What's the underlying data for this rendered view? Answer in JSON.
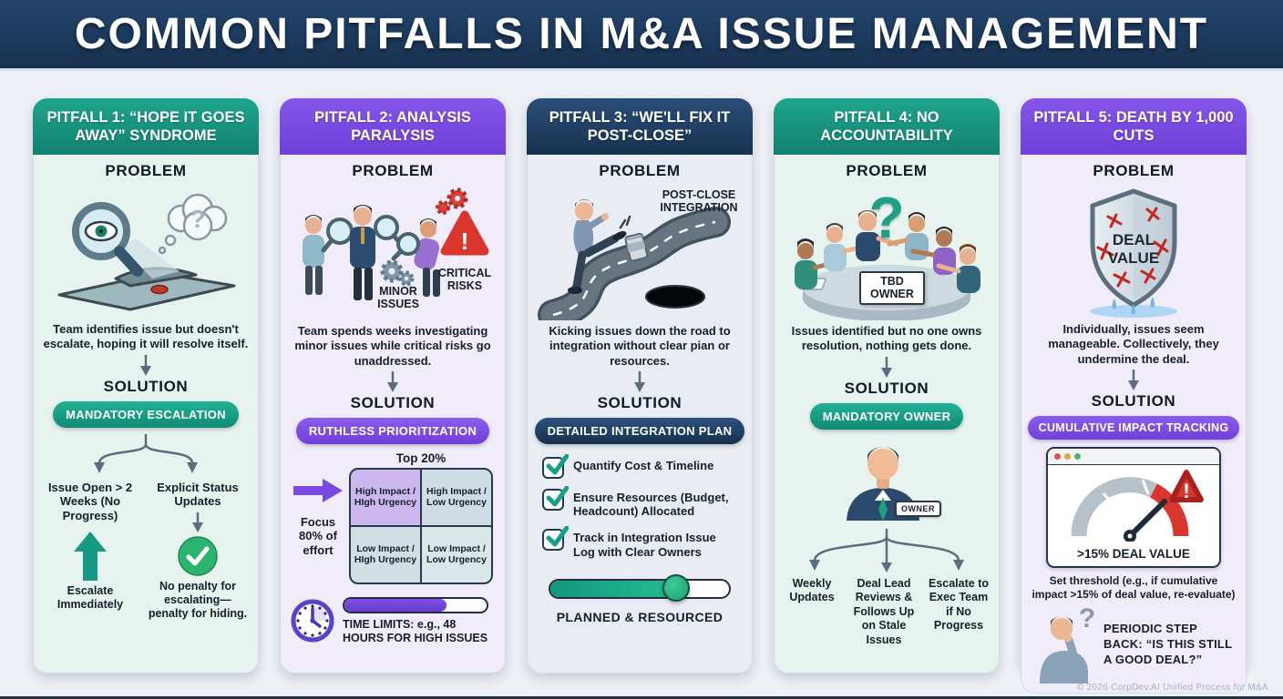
{
  "header": {
    "title": "COMMON PITFALLS IN M&A ISSUE MANAGEMENT"
  },
  "footer": {
    "copyright": "© 2026 CorpDev.AI Unified Process for M&A"
  },
  "labels": {
    "problem": "PROBLEM",
    "solution": "SOLUTION"
  },
  "colors": {
    "navy": "#1c3a5e",
    "teal": "#16927e",
    "purple": "#7a49e0",
    "red": "#d9362e",
    "green": "#2cb46e"
  },
  "pitfalls": [
    {
      "title": "PITFALL 1: “HOPE IT GOES AWAY” SYNDROME",
      "thought_mark": "?",
      "problem_text": "Team identifies issue but doesn't escalate, hoping it will resolve itself.",
      "solution_pill": "MANDATORY ESCALATION",
      "branch_left": {
        "label": "Issue Open > 2 Weeks (No Progress)",
        "caption": "Escalate Immediately"
      },
      "branch_right": {
        "label": "Explicit Status Updates",
        "caption": "No penalty for escalating—penalty for hiding."
      }
    },
    {
      "title": "PITFALL 2: ANALYSIS PARALYSIS",
      "minor_label": "MINOR ISSUES",
      "critical_label": "CRITICAL RISKS",
      "alert_glyph": "!",
      "problem_text": "Team spends weeks investigating minor issues while critical risks go unaddressed.",
      "solution_pill": "RUTHLESS PRIORITIZATION",
      "matrix_title": "Top 20%",
      "focus_label": "Focus 80% of effort",
      "matrix_cells": [
        "High Impact / HIgh Urgency",
        "High Impact / Low Urgency",
        "Low Impact / HIgh Urgency",
        "Low Impact / Low Urgency"
      ],
      "time_limits": "TIME LIMITS: e.g., 48 HOURS FOR HIGH ISSUES"
    },
    {
      "title": "PITFALL 3: “WE'LL FIX IT POST-CLOSE”",
      "road_label": "POST-CLOSE INTEGRATION",
      "problem_text": "Kicking issues down the road to integration without clear pian or resources.",
      "solution_pill": "DETAILED INTEGRATION PLAN",
      "checklist": [
        "Quantify Cost & Timeline",
        "Ensure Resources (Budget, Headcount) Allocated",
        "Track in Integration Issue Log with Clear Owners"
      ],
      "slider_label": "PLANNED & RESOURCED"
    },
    {
      "title": "PITFALL 4: NO ACCOUNTABILITY",
      "question_glyph": "?",
      "sign_line1": "TBD",
      "sign_line2": "OWNER",
      "problem_text": "Issues identified but no one owns resolution, nothing gets done.",
      "solution_pill": "MANDATORY OWNER",
      "owner_badge": "OWNER",
      "branches": [
        "Weekly Updates",
        "Deal Lead Reviews & Follows Up on Stale Issues",
        "Escalate to Exec Team if No Progress"
      ]
    },
    {
      "title": "PITFALL 5: DEATH BY 1,000 CUTS",
      "shield_line1": "DEAL",
      "shield_line2": "VALUE",
      "problem_text": "Individually, issues seem manageable. Collectively, they undermine the deal.",
      "solution_pill": "CUMULATIVE IMPACT TRACKING",
      "alert_glyph": "!",
      "gauge_label": ">15% DEAL VALUE",
      "threshold_text": "Set threshold (e.g., if cumulative impact >15% of deal value, re-evaluate)",
      "think_glyph": "?",
      "stepback_text": "PERIODIC STEP BACK: “IS THIS STILL A GOOD DEAL?”"
    }
  ]
}
